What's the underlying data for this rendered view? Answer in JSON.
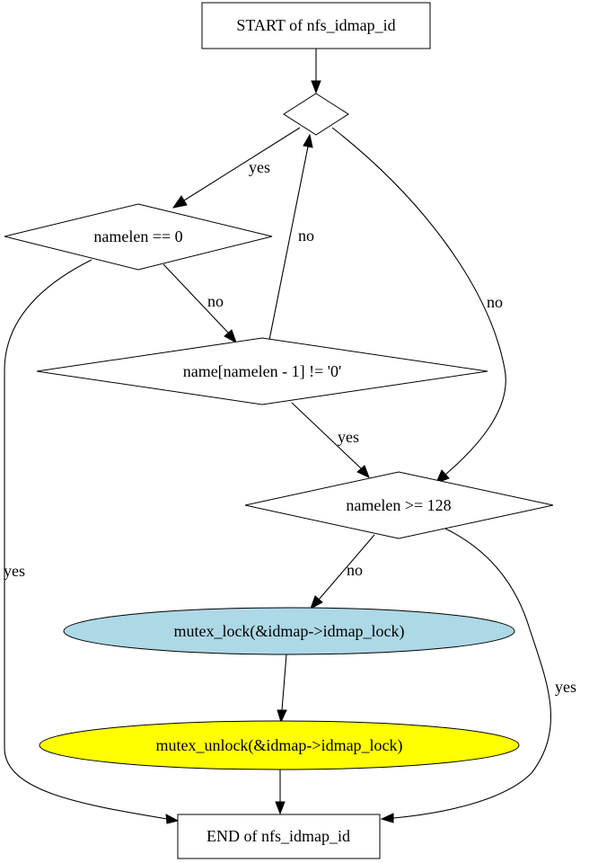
{
  "nodes": {
    "start": {
      "label": "START of nfs_idmap_id"
    },
    "loop": {
      "label": ""
    },
    "namelen_zero": {
      "label": "namelen == 0"
    },
    "name_check": {
      "label": "name[namelen - 1] != '0'"
    },
    "namelen_max": {
      "label": "namelen >= 128"
    },
    "mutex_lock": {
      "label": "mutex_lock(&idmap->idmap_lock)",
      "fill": "#add8e6"
    },
    "mutex_unlock": {
      "label": "mutex_unlock(&idmap->idmap_lock)",
      "fill": "#ffff00"
    },
    "end": {
      "label": "END of nfs_idmap_id"
    }
  },
  "edges": {
    "loop_to_zero": {
      "label": "yes"
    },
    "check_to_loop": {
      "label": "no"
    },
    "loop_to_max": {
      "label": "no"
    },
    "zero_to_check": {
      "label": "no"
    },
    "zero_to_end": {
      "label": "yes"
    },
    "check_to_max": {
      "label": "yes"
    },
    "max_to_lock": {
      "label": "no"
    },
    "max_to_end": {
      "label": "yes"
    }
  }
}
